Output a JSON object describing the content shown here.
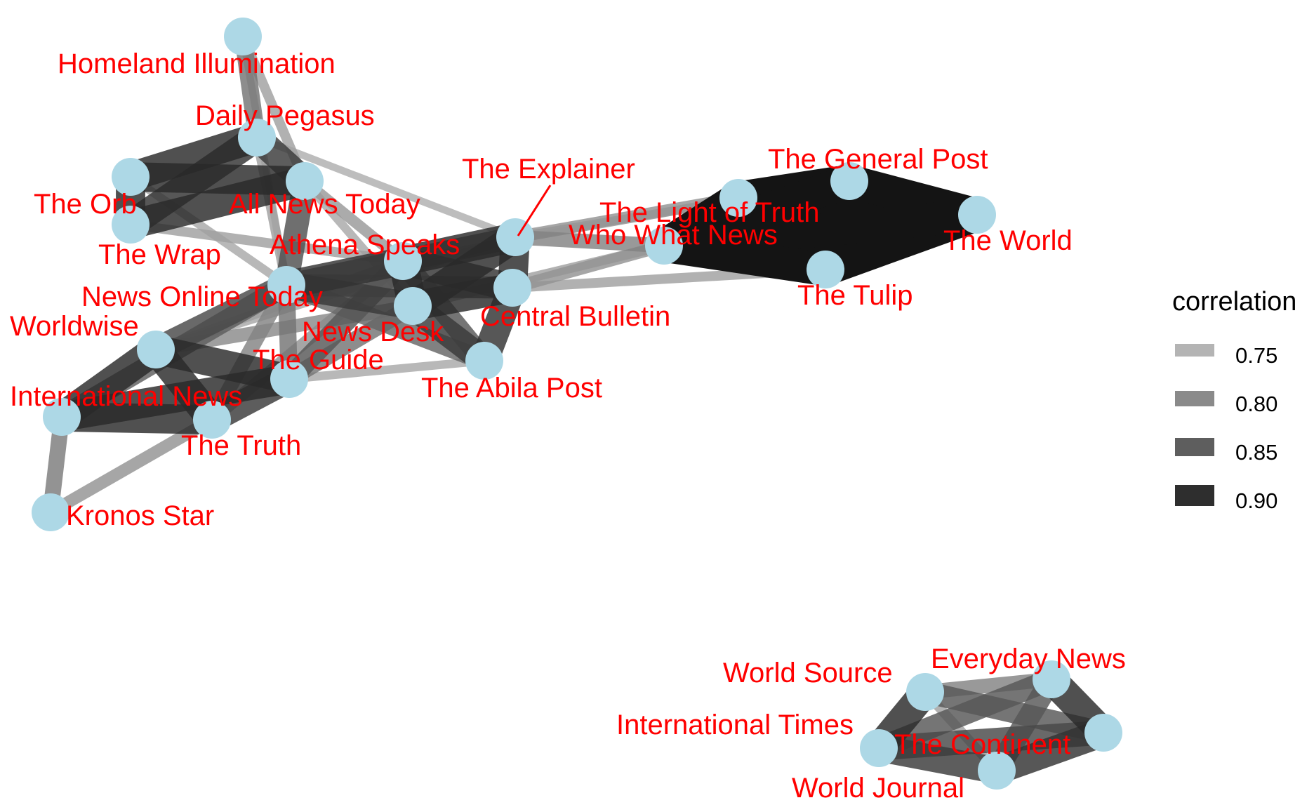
{
  "colors": {
    "node": "#add8e6",
    "label": "#ff0000",
    "background": "#ffffff"
  },
  "legend": {
    "title": "correlation",
    "items": [
      {
        "value": 0.75,
        "label": "0.75",
        "color": "#b4b4b4"
      },
      {
        "value": 0.8,
        "label": "0.80",
        "color": "#8a8a8a"
      },
      {
        "value": 0.85,
        "label": "0.85",
        "color": "#5e5e5e"
      },
      {
        "value": 0.9,
        "label": "0.90",
        "color": "#2e2e2e"
      }
    ]
  },
  "nodes": [
    {
      "id": "homeland",
      "label": "Homeland Illumination"
    },
    {
      "id": "pegasus",
      "label": "Daily Pegasus"
    },
    {
      "id": "orb",
      "label": "The Orb"
    },
    {
      "id": "allnews",
      "label": "All News Today"
    },
    {
      "id": "wrap",
      "label": "The Wrap"
    },
    {
      "id": "athena",
      "label": "Athena Speaks"
    },
    {
      "id": "explainer",
      "label": "The Explainer"
    },
    {
      "id": "newsonline",
      "label": "News Online Today"
    },
    {
      "id": "newsdesk",
      "label": "News Desk"
    },
    {
      "id": "central",
      "label": "Central Bulletin"
    },
    {
      "id": "worldwise",
      "label": "Worldwise"
    },
    {
      "id": "guide",
      "label": "The Guide"
    },
    {
      "id": "abila",
      "label": "The Abila Post"
    },
    {
      "id": "intlnews",
      "label": "International News"
    },
    {
      "id": "truth",
      "label": "The Truth"
    },
    {
      "id": "kronos",
      "label": "Kronos Star"
    },
    {
      "id": "light",
      "label": "The Light of Truth"
    },
    {
      "id": "general",
      "label": "The General Post"
    },
    {
      "id": "world",
      "label": "The World"
    },
    {
      "id": "whowhat",
      "label": "Who What News"
    },
    {
      "id": "tulip",
      "label": "The Tulip"
    },
    {
      "id": "worldsource",
      "label": "World Source"
    },
    {
      "id": "everyday",
      "label": "Everyday News"
    },
    {
      "id": "intltimes",
      "label": "International Times"
    },
    {
      "id": "continent",
      "label": "The Continent"
    },
    {
      "id": "journal",
      "label": "World Journal"
    }
  ],
  "edges": [
    [
      "homeland",
      "pegasus",
      0.82
    ],
    [
      "homeland",
      "allnews",
      0.76
    ],
    [
      "homeland",
      "newsonline",
      0.74
    ],
    [
      "pegasus",
      "orb",
      0.92
    ],
    [
      "pegasus",
      "wrap",
      0.91
    ],
    [
      "pegasus",
      "allnews",
      0.9
    ],
    [
      "pegasus",
      "explainer",
      0.74
    ],
    [
      "pegasus",
      "newsonline",
      0.76
    ],
    [
      "orb",
      "wrap",
      0.92
    ],
    [
      "orb",
      "allnews",
      0.92
    ],
    [
      "wrap",
      "allnews",
      0.92
    ],
    [
      "orb",
      "newsonline",
      0.75
    ],
    [
      "wrap",
      "athena",
      0.76
    ],
    [
      "allnews",
      "newsonline",
      0.87
    ],
    [
      "allnews",
      "athena",
      0.77
    ],
    [
      "allnews",
      "newsdesk",
      0.75
    ],
    [
      "newsonline",
      "athena",
      0.91
    ],
    [
      "newsonline",
      "newsdesk",
      0.9
    ],
    [
      "newsonline",
      "central",
      0.86
    ],
    [
      "newsonline",
      "explainer",
      0.86
    ],
    [
      "newsonline",
      "guide",
      0.82
    ],
    [
      "newsonline",
      "worldwise",
      0.88
    ],
    [
      "newsonline",
      "intlnews",
      0.85
    ],
    [
      "newsonline",
      "truth",
      0.8
    ],
    [
      "newsonline",
      "abila",
      0.84
    ],
    [
      "athena",
      "newsdesk",
      0.92
    ],
    [
      "athena",
      "explainer",
      0.92
    ],
    [
      "athena",
      "central",
      0.91
    ],
    [
      "athena",
      "abila",
      0.86
    ],
    [
      "newsdesk",
      "explainer",
      0.92
    ],
    [
      "newsdesk",
      "central",
      0.92
    ],
    [
      "newsdesk",
      "abila",
      0.9
    ],
    [
      "newsdesk",
      "guide",
      0.82
    ],
    [
      "newsdesk",
      "worldwise",
      0.79
    ],
    [
      "explainer",
      "central",
      0.92
    ],
    [
      "central",
      "abila",
      0.91
    ],
    [
      "explainer",
      "whowhat",
      0.8
    ],
    [
      "explainer",
      "light",
      0.78
    ],
    [
      "explainer",
      "general",
      0.75
    ],
    [
      "central",
      "whowhat",
      0.78
    ],
    [
      "central",
      "tulip",
      0.76
    ],
    [
      "newsdesk",
      "whowhat",
      0.76
    ],
    [
      "athena",
      "light",
      0.74
    ],
    [
      "worldwise",
      "guide",
      0.92
    ],
    [
      "worldwise",
      "intlnews",
      0.92
    ],
    [
      "worldwise",
      "truth",
      0.92
    ],
    [
      "worldwise",
      "athena",
      0.76
    ],
    [
      "worldwise",
      "explainer",
      0.75
    ],
    [
      "guide",
      "intlnews",
      0.92
    ],
    [
      "guide",
      "truth",
      0.9
    ],
    [
      "guide",
      "athena",
      0.86
    ],
    [
      "guide",
      "abila",
      0.75
    ],
    [
      "intlnews",
      "truth",
      0.92
    ],
    [
      "intlnews",
      "kronos",
      0.81
    ],
    [
      "truth",
      "kronos",
      0.78
    ],
    [
      "truth",
      "athena",
      0.78
    ],
    [
      "light",
      "general",
      0.95
    ],
    [
      "light",
      "world",
      0.95
    ],
    [
      "light",
      "tulip",
      0.95
    ],
    [
      "light",
      "whowhat",
      0.95
    ],
    [
      "general",
      "world",
      0.95
    ],
    [
      "general",
      "tulip",
      0.95
    ],
    [
      "general",
      "whowhat",
      0.95
    ],
    [
      "world",
      "tulip",
      0.95
    ],
    [
      "world",
      "whowhat",
      0.95
    ],
    [
      "tulip",
      "whowhat",
      0.95
    ],
    [
      "worldsource",
      "everyday",
      0.8
    ],
    [
      "worldsource",
      "intltimes",
      0.92
    ],
    [
      "worldsource",
      "continent",
      0.86
    ],
    [
      "worldsource",
      "journal",
      0.76
    ],
    [
      "everyday",
      "continent",
      0.92
    ],
    [
      "everyday",
      "intltimes",
      0.86
    ],
    [
      "everyday",
      "journal",
      0.86
    ],
    [
      "intltimes",
      "continent",
      0.88
    ],
    [
      "intltimes",
      "journal",
      0.9
    ],
    [
      "continent",
      "journal",
      0.91
    ]
  ]
}
